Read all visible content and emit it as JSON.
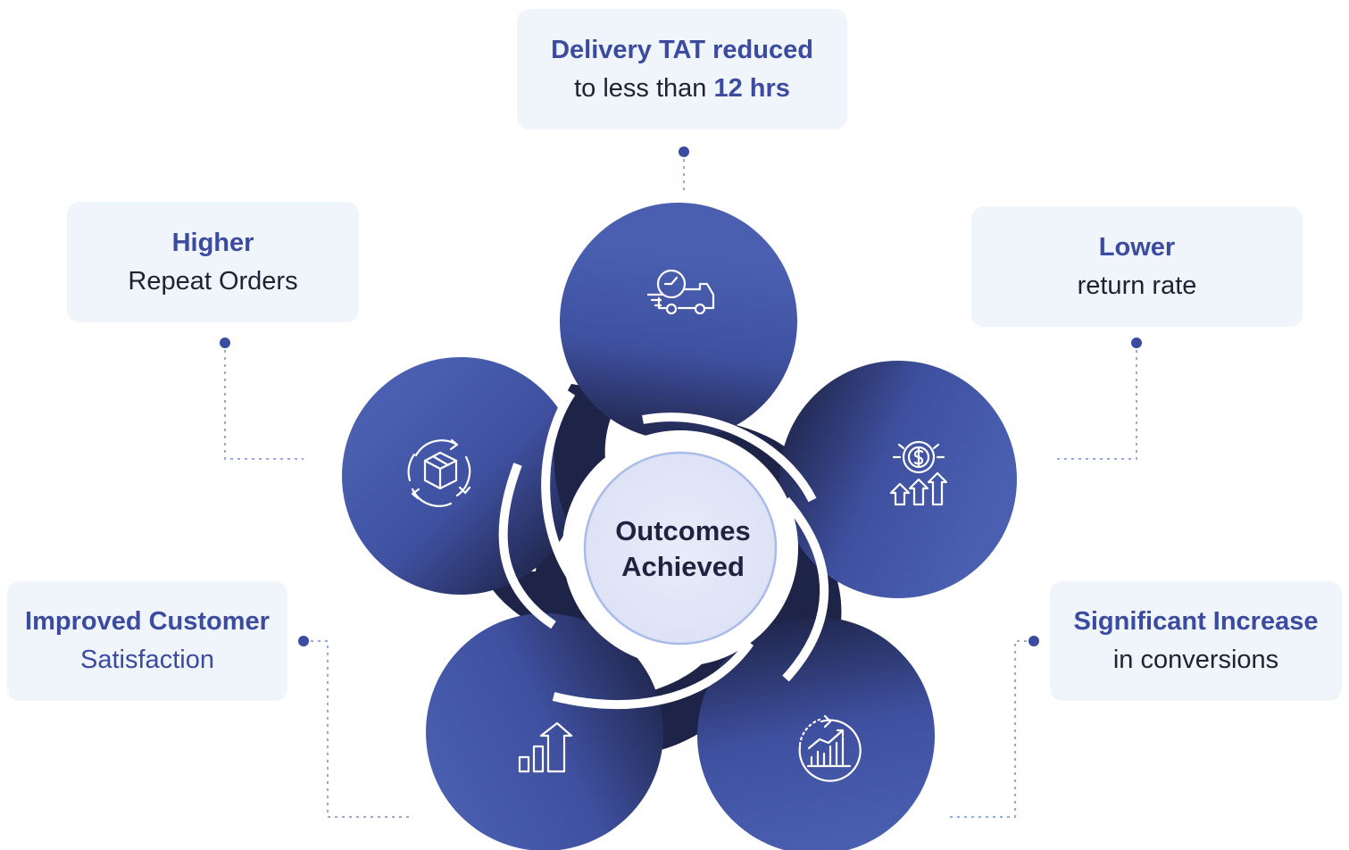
{
  "center": {
    "line1": "Outcomes",
    "line2": "Achieved"
  },
  "outcomes": {
    "delivery": {
      "bold": "Delivery TAT reduced",
      "pre": "to less than ",
      "strong": "12 hrs"
    },
    "repeat": {
      "bold": "Higher",
      "sub": "Repeat Orders"
    },
    "returns": {
      "bold": "Lower",
      "sub": "return rate"
    },
    "satisfaction": {
      "bold": "Improved Customer",
      "sub": "Satisfaction"
    },
    "conversions": {
      "bold": "Significant Increase",
      "sub": "in conversions"
    }
  },
  "colors": {
    "petal_light": "#4a5fb0",
    "petal_dark": "#1e2448",
    "box_bg": "#f0f4fb",
    "accent": "#3a4ba0",
    "center_fill": "#e4e9f8"
  },
  "icons": [
    "delivery-truck-speed-icon",
    "box-cycle-icon",
    "dollar-growth-icon",
    "bar-growth-arrow-icon",
    "chart-refresh-icon"
  ]
}
